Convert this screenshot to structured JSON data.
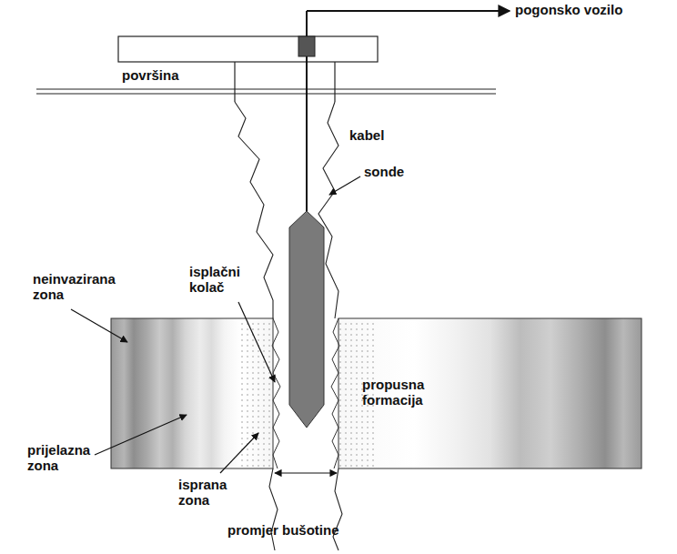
{
  "diagram": {
    "labels": [
      "pogonsko vozilo",
      "površina",
      "kabel",
      "sonde",
      "isplačni kolač",
      "neinvazirana zona",
      "propusna formacija",
      "prijelazna zona",
      "isprana zona",
      "promjer bušotine"
    ]
  }
}
